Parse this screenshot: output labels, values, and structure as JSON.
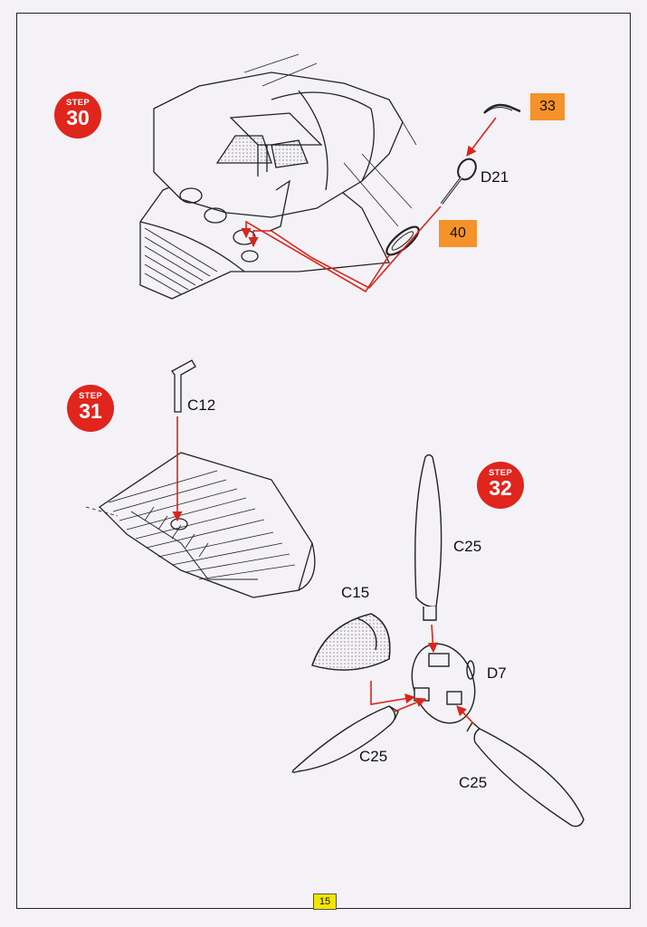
{
  "steps": [
    {
      "label": "STEP",
      "number": "30"
    },
    {
      "label": "STEP",
      "number": "31"
    },
    {
      "label": "STEP",
      "number": "32"
    }
  ],
  "tags": {
    "t33": "33",
    "t40": "40"
  },
  "parts": {
    "d21": "D21",
    "c12": "C12",
    "c25_top": "C25",
    "c15": "C15",
    "d7": "D7",
    "c25_left": "C25",
    "c25_right": "C25"
  },
  "page_number": "15",
  "colors": {
    "step_badge": "#e0251c",
    "part_tag": "#f5922a",
    "arrow": "#d9261c",
    "page_number_bg": "#f2e600"
  }
}
